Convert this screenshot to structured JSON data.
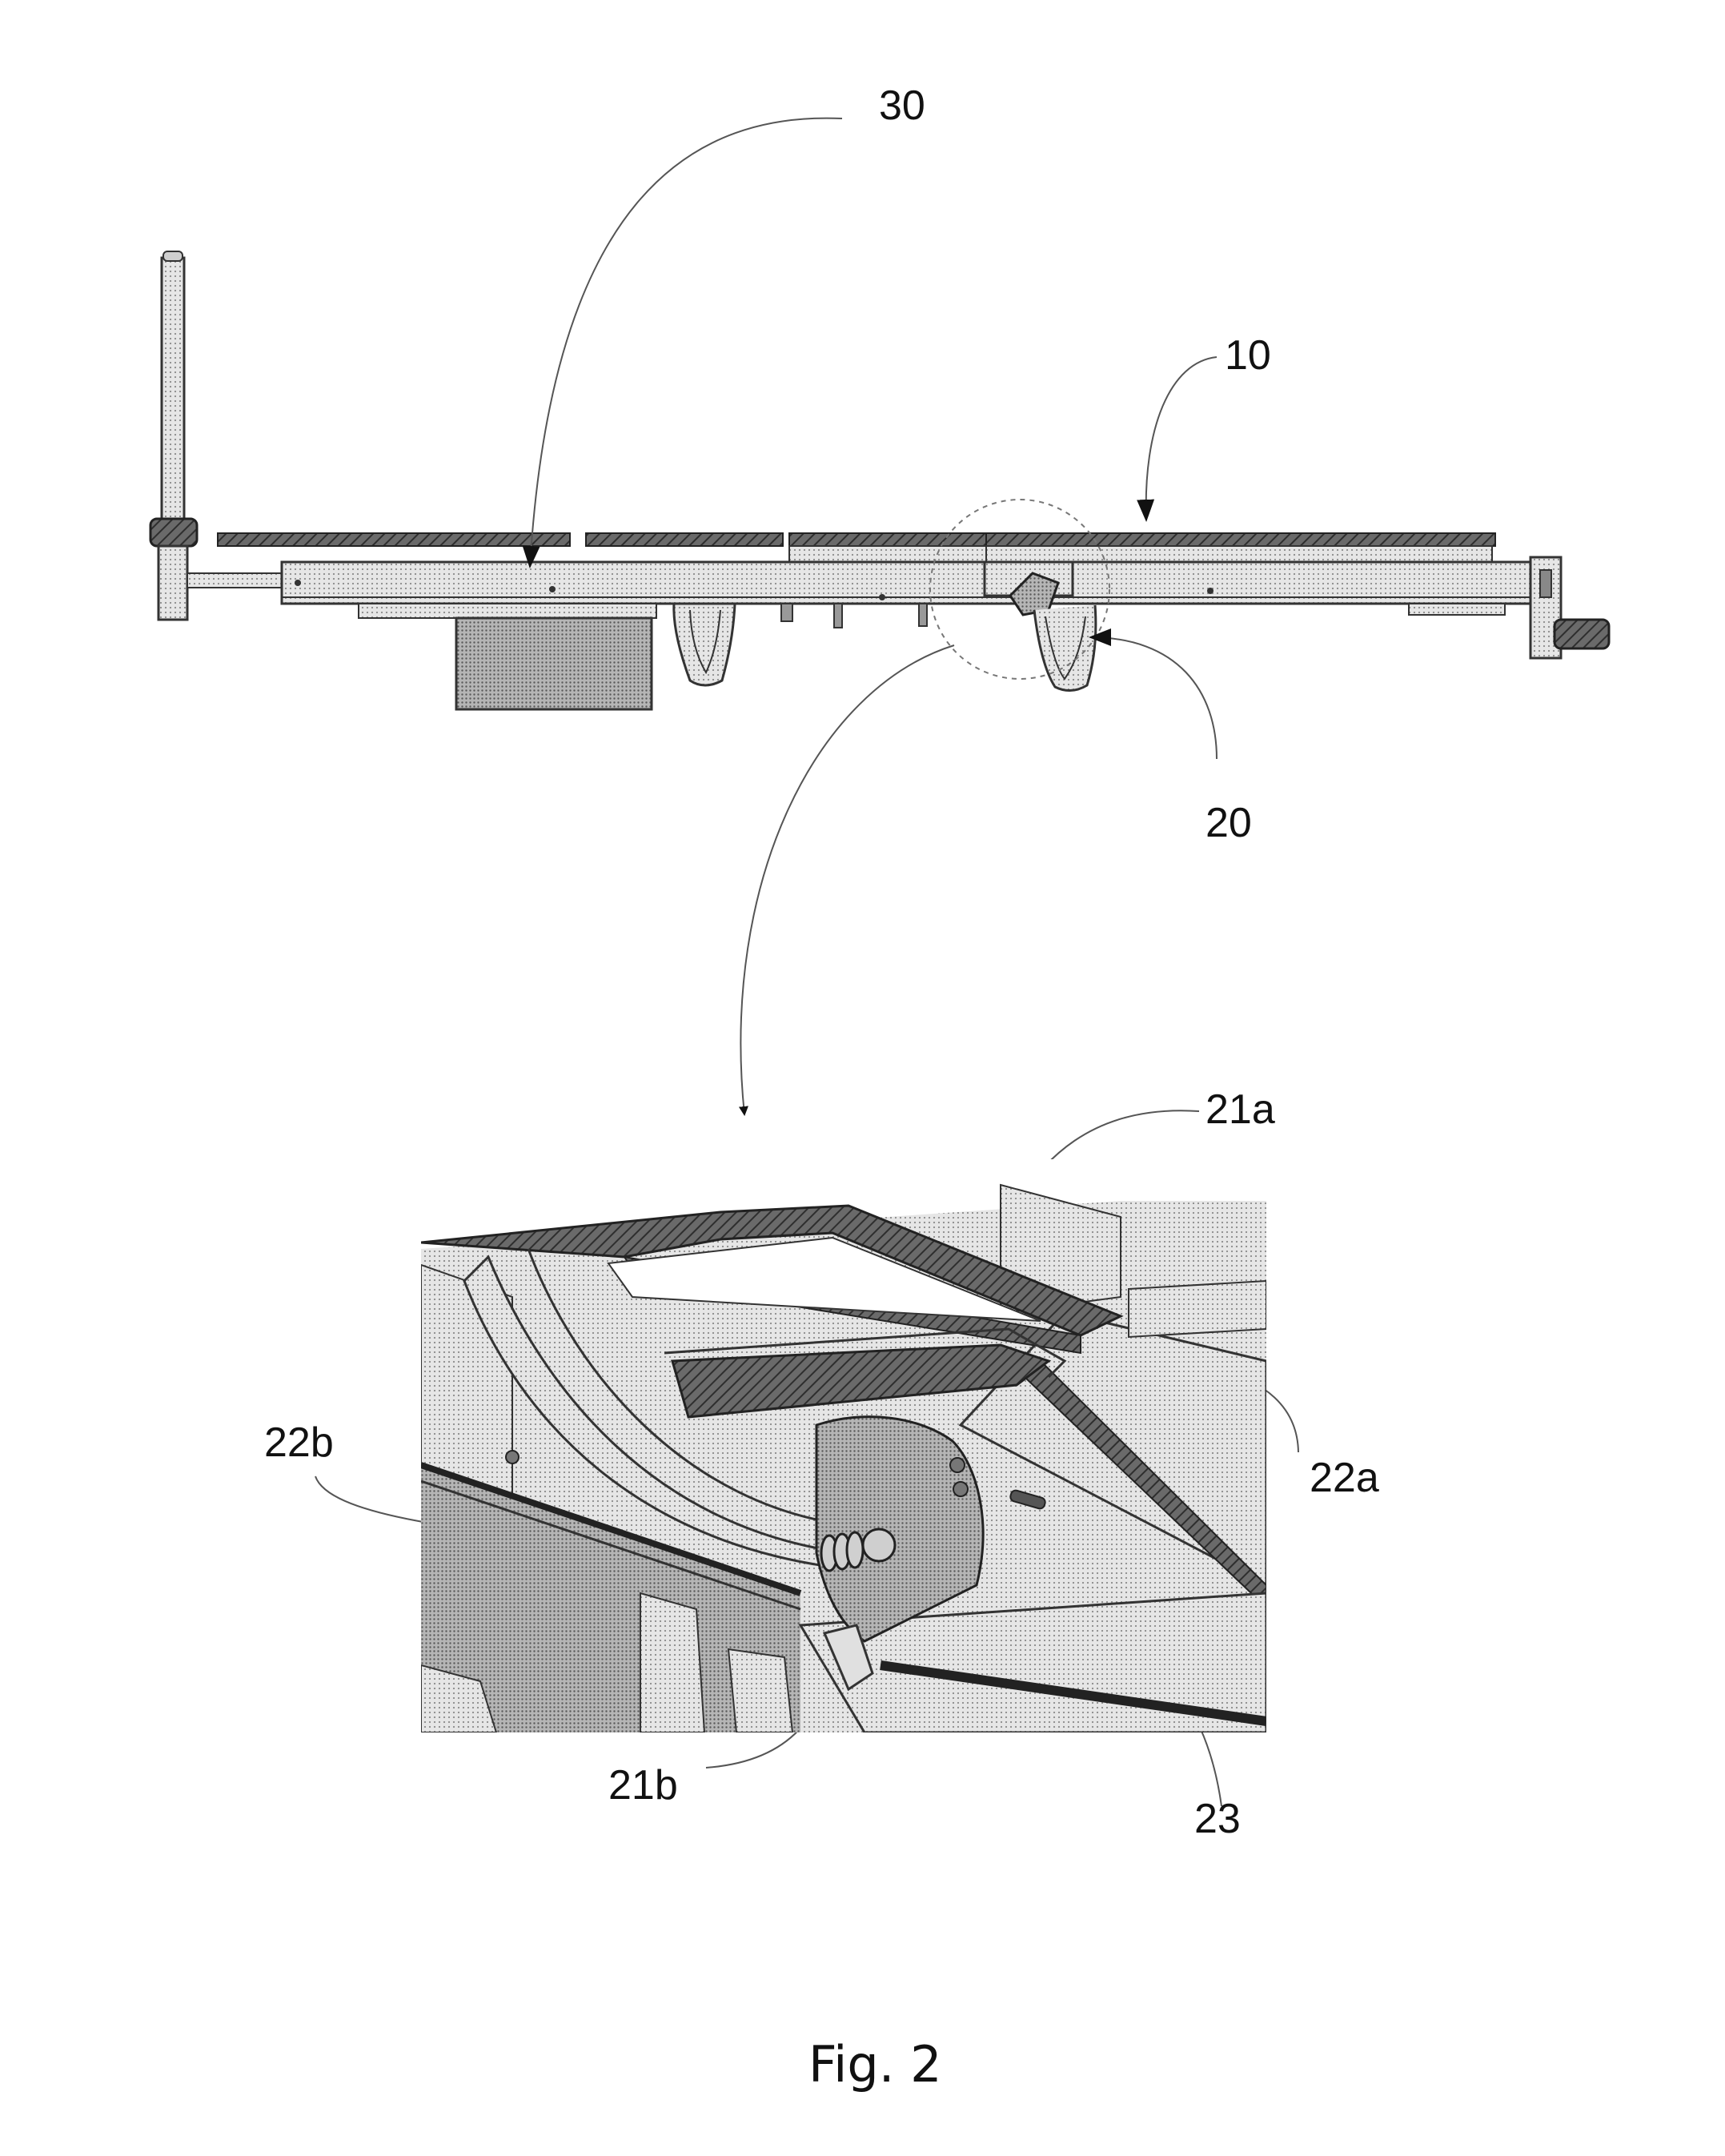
{
  "figure": {
    "caption": "Fig. 2",
    "labels": {
      "l30": "30",
      "l10": "10",
      "l20": "20",
      "l21a": "21a",
      "l22a": "22a",
      "l22b": "22b",
      "l21b": "21b",
      "l23": "23"
    }
  },
  "colors": {
    "line": "#333333",
    "light_fill": "#d9d9d9",
    "mid_fill": "#bdbdbd",
    "dark_fill": "#5a5a5a",
    "darkest_fill": "#3a3a3a"
  }
}
